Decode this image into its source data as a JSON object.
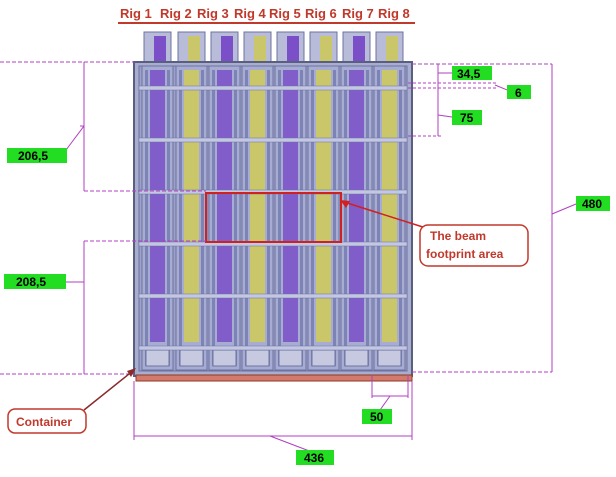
{
  "rigs": [
    "Rig 1",
    "Rig 2",
    "Rig 3",
    "Rig 4",
    "Rig 5",
    "Rig 6",
    "Rig 7",
    "Rig 8"
  ],
  "dimensions": {
    "d_34_5": "34,5",
    "d_6": "6",
    "d_75": "75",
    "d_206_5": "206,5",
    "d_208_5": "208,5",
    "d_480": "480",
    "d_50": "50",
    "d_436": "436"
  },
  "callouts": {
    "beam_line1": "The beam",
    "beam_line2": "footprint area",
    "container": "Container"
  },
  "colors": {
    "rig_label": "#c0392b",
    "dim_box": "#22dd22",
    "dim_line": "#b040c0",
    "callout": "#c0392b",
    "frame": "#8f95c0",
    "yellow_rod": "#c9c76a",
    "purple_rod": "#7a4fc8",
    "base": "#d47a6a"
  }
}
